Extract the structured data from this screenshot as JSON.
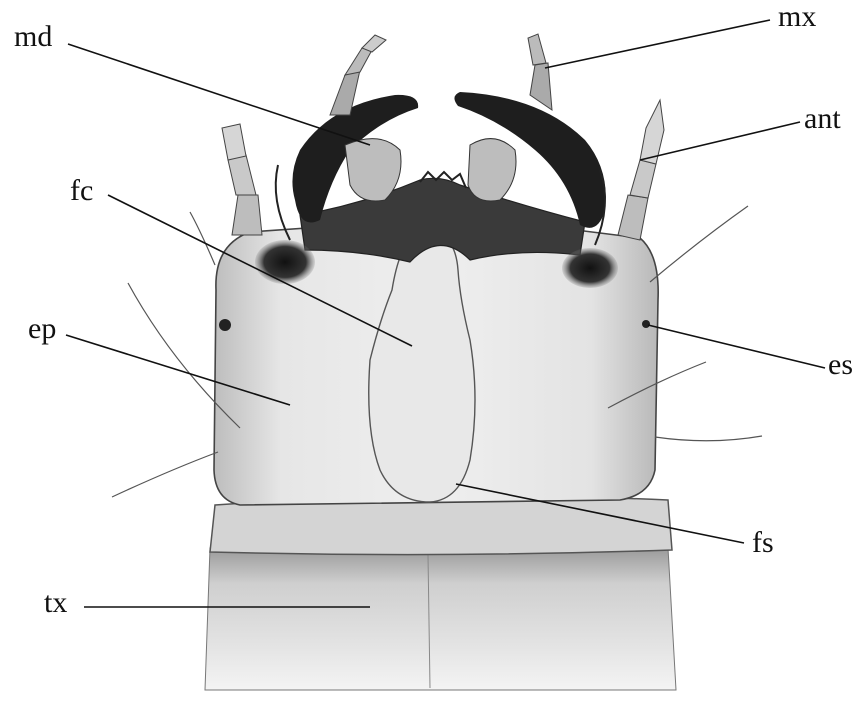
{
  "figure": {
    "background": "#ffffff",
    "ink_color": "#111111",
    "labels": {
      "md": "md",
      "mx": "mx",
      "ant": "ant",
      "fc": "fc",
      "ep": "ep",
      "es": "es",
      "fs": "fs",
      "tx": "tx"
    }
  }
}
